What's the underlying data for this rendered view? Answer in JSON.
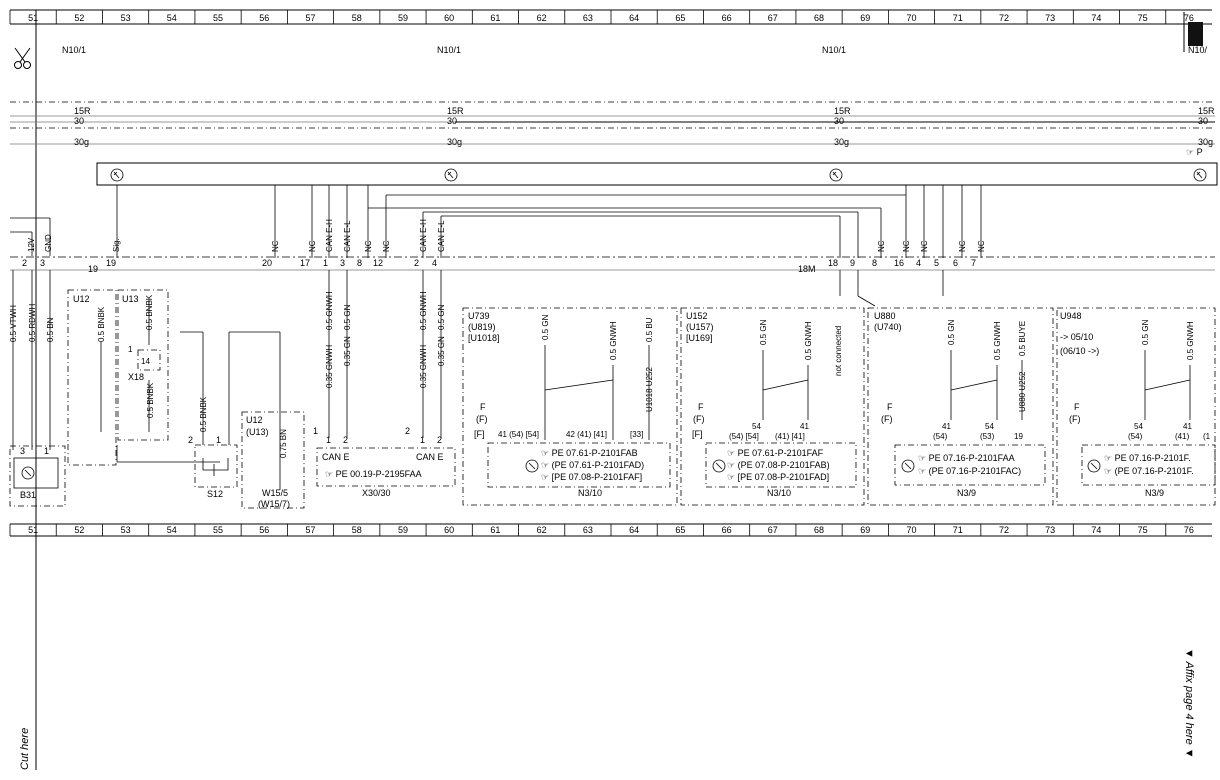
{
  "grid_numbers": [
    "51",
    "52",
    "53",
    "54",
    "55",
    "56",
    "57",
    "58",
    "59",
    "60",
    "61",
    "62",
    "63",
    "64",
    "65",
    "66",
    "67",
    "68",
    "69",
    "70",
    "71",
    "72",
    "73",
    "74",
    "75",
    "76"
  ],
  "module_labels": [
    "N10/1",
    "N10/1",
    "N10/1",
    "N10/"
  ],
  "rails": {
    "r15": "15R",
    "r30": "30",
    "r30g": "30g"
  },
  "ref_tab": "P",
  "left_pins": {
    "p2": "2",
    "p3": "3",
    "p1": "1",
    "w12v": "12V",
    "wgnd": "GND",
    "sig": "Sig.",
    "p19a": "19",
    "p19b": "19"
  },
  "left_wires": {
    "vtwh": "0.5 VTWH",
    "rdwh": "0.5 RDWH",
    "bn": "0.5 BN"
  },
  "b31": {
    "label": "B31",
    "pin3": "3",
    "pin1": "1"
  },
  "u12": "U12",
  "u13": "U13",
  "bnbk1": "0.5 BNBK",
  "bnbk2": "0.5 BNBK",
  "bnbk3": "0.5 BNBK",
  "x18": {
    "label": "X18",
    "p1": "1",
    "p14": "14"
  },
  "s12": {
    "label": "S12",
    "p2": "2",
    "p1": "1"
  },
  "bnbk_s12": "0.5 BNBK",
  "w15": {
    "u12": "U12",
    "u13": "(U13)",
    "wire": "0.75 BN",
    "label": "W15/5",
    "sub": "(W15/7)"
  },
  "conn_top": {
    "nc1": "NC",
    "nc2": "NC",
    "canh1": "CAN E-H",
    "canl1": "CAN E-L",
    "nc3": "NC",
    "nc4": "NC",
    "canh2": "CAN E-H",
    "canl2": "CAN E-L",
    "nc5": "NC",
    "nc6": "NC",
    "nc7": "NC",
    "nc8": "NC",
    "nc9": "NC"
  },
  "conn_pins": {
    "p20": "20",
    "p17": "17",
    "p1": "1",
    "p3": "3",
    "p8": "8",
    "p12": "12",
    "p2": "2",
    "p4": "4",
    "p18m": "18M",
    "p18": "18",
    "p9": "9",
    "p8b": "8",
    "p16": "16",
    "p4b": "4",
    "p5": "5",
    "p6": "6",
    "p7": "7"
  },
  "x30": {
    "w1": "0.35 GNWH",
    "w2": "0.35 GN",
    "w3": "0.5 GNWH",
    "w4": "0.5 GN",
    "w5": "0.35 GNWH",
    "w6": "0.35 GN",
    "w7": "0.5 GNWH",
    "w8": "0.5 GN",
    "canA": "CAN E",
    "canB": "CAN E",
    "s1": "1",
    "s2": "2",
    "s3": "2",
    "s4": "1",
    "s5": "2",
    "ref": "PE 00.19-P-2195FAA",
    "label": "X30/30"
  },
  "n3_10a": {
    "codes": [
      "U739",
      "(U819)",
      "[U1018]"
    ],
    "w_gn": "0.5 GN",
    "w_gnwh": "0.5 GNWH",
    "w_bu": "0.5 BU",
    "code_side": "U1018 U252",
    "f1": "F",
    "f2": "(F)",
    "f3": "[F]",
    "pins": "41 (54) [54]",
    "pins2": "42 (41) [41]",
    "pins3": "[33]",
    "refs": [
      "PE 07.61-P-2101FAB",
      "(PE 07.61-P-2101FAD)",
      "[PE 07.08-P-2101FAF]"
    ],
    "label": "N3/10"
  },
  "n3_10b": {
    "codes": [
      "U152",
      "(U157)",
      "[U169]"
    ],
    "w_gn": "0.5 GN",
    "w_gnwh": "0.5 GNWH",
    "nc": "not connected",
    "f1": "F",
    "f2": "(F)",
    "f3": "[F]",
    "p54": "54",
    "p41": "41",
    "pins": "(54) [54]",
    "pins2": "(41) [41]",
    "refs": [
      "PE 07.61-P-2101FAF",
      "(PE 07.08-P-2101FAB)",
      "[PE 07.08-P-2101FAD]"
    ],
    "label": "N3/10"
  },
  "n3_9a": {
    "codes": [
      "U880",
      "(U740)"
    ],
    "w_gn": "0.5 GN",
    "w_gnwh": "0.5 GNWH",
    "w_buye": "0.5 BUYE",
    "code_side": "U880 U252",
    "f1": "F",
    "f2": "(F)",
    "p41": "41",
    "p54": "54",
    "p19": "19",
    "pins": "(54)",
    "pins2": "(53)",
    "refs": [
      "PE 07.16-P-2101FAA",
      "(PE 07.16-P-2101FAC)"
    ],
    "label": "N3/9"
  },
  "n3_9b": {
    "codes": [
      "U948",
      "-> 05/10",
      "(06/10 ->)"
    ],
    "w_gn": "0.5 GN",
    "w_gnwh": "0.5 GNWH",
    "f1": "F",
    "f2": "(F)",
    "p54": "54",
    "p41": "41",
    "pins": "(54)",
    "pins2": "(41)",
    "pins3": "(1",
    "refs": [
      "PE 07.16-P-2101F.",
      "(PE 07.16-P-2101F."
    ],
    "label": "N3/9"
  },
  "side": {
    "cut": "Cut here",
    "affix": "▼ Affix page 4 here ▼"
  }
}
